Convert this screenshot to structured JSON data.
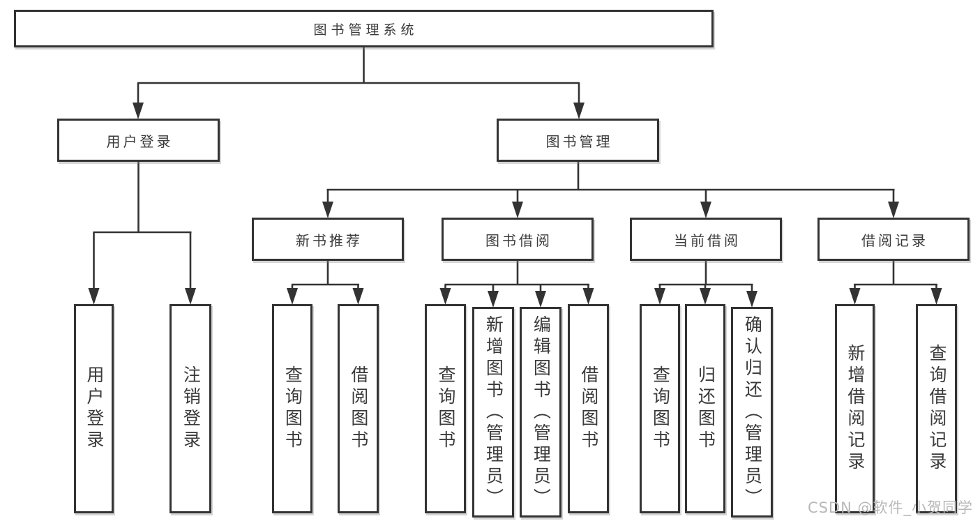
{
  "diagram": {
    "root": {
      "label": "图书管理系统",
      "children": [
        {
          "label": "用户登录",
          "children": [
            {
              "label": "用户登录"
            },
            {
              "label": "注销登录"
            }
          ]
        },
        {
          "label": "图书管理",
          "children": [
            {
              "label": "新书推荐",
              "children": [
                {
                  "label": "查询图书"
                },
                {
                  "label": "借阅图书"
                }
              ]
            },
            {
              "label": "图书借阅",
              "children": [
                {
                  "label": "查询图书"
                },
                {
                  "label": "新增图书（管理员）"
                },
                {
                  "label": "编辑图书（管理员）"
                },
                {
                  "label": "借阅图书"
                }
              ]
            },
            {
              "label": "当前借阅",
              "children": [
                {
                  "label": "查询图书"
                },
                {
                  "label": "归还图书"
                },
                {
                  "label": "确认归还（管理员）"
                }
              ]
            },
            {
              "label": "借阅记录",
              "children": [
                {
                  "label": "新增借阅记录"
                },
                {
                  "label": "查询借阅记录"
                }
              ]
            }
          ]
        }
      ]
    },
    "watermark": "CSDN @软件_小贺同学",
    "colors": {
      "line": "#333333",
      "text": "#3a3a3a",
      "watermark": "#b8b8b8",
      "background": "#ffffff"
    }
  }
}
